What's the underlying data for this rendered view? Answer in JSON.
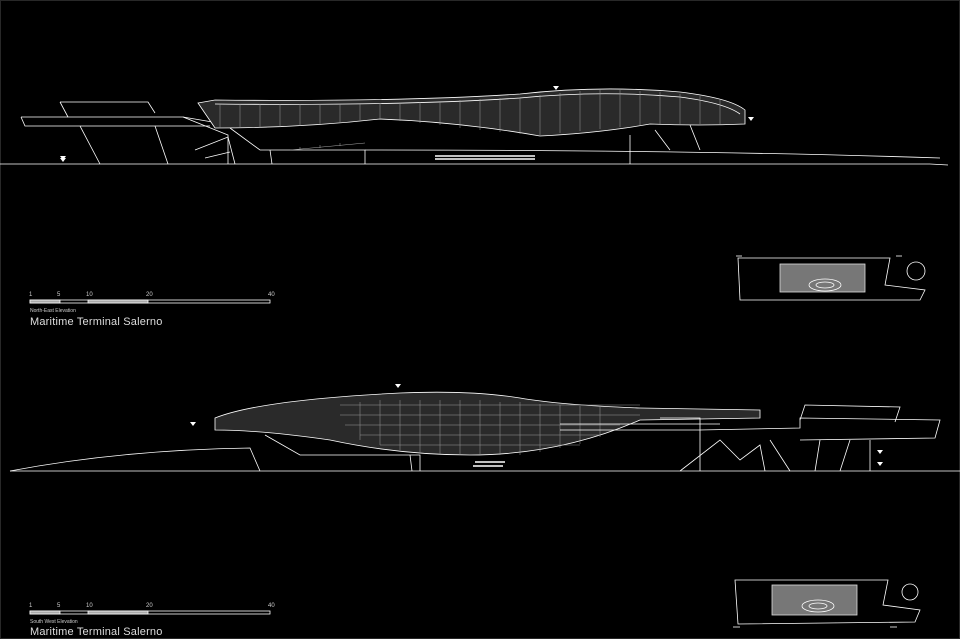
{
  "sheet": {
    "project_title": "Maritime Terminal Salerno",
    "drawings": [
      {
        "name": "North-East Elevation",
        "title": "Maritime Terminal Salerno",
        "scale_ticks": [
          "1",
          "5",
          "10",
          "20",
          "40"
        ]
      },
      {
        "name": "South West Elevation",
        "title": "Maritime Terminal Salerno",
        "scale_ticks": [
          "1",
          "5",
          "10",
          "20",
          "40"
        ]
      }
    ]
  },
  "colors": {
    "background": "#000000",
    "linework": "#ffffff",
    "fill": "#bfbfbf"
  }
}
